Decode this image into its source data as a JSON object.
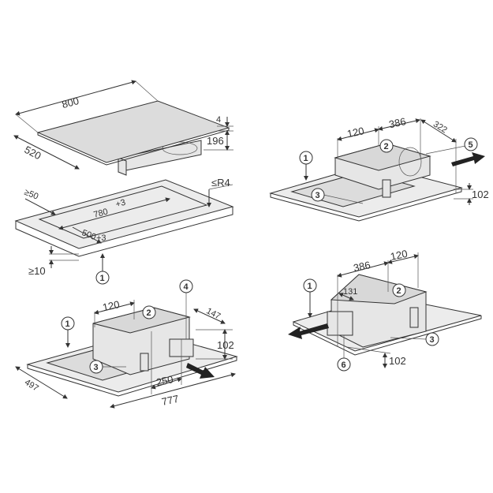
{
  "figures": {
    "cooktop": {
      "width": "800",
      "depth": "520",
      "glass_thickness": "4",
      "height_below": "196"
    },
    "cutout": {
      "min_edge": "≥50",
      "cutout_width": "780",
      "cutout_width_tol": "+3",
      "cutout_depth": "500",
      "cutout_depth_tol": "+3",
      "corner_radius": "≤R4",
      "min_thickness": "≥10",
      "callout_worktop": "1"
    },
    "rear_exhaust": {
      "dim_a": "120",
      "dim_b": "386",
      "dim_c": "322",
      "height": "102",
      "callouts": [
        "1",
        "2",
        "3",
        "5"
      ]
    },
    "front_exhaust": {
      "dim_a": "120",
      "dim_b": "147",
      "height": "102",
      "dim_c": "250",
      "width": "777",
      "depth": "497",
      "callouts": [
        "1",
        "2",
        "3",
        "4"
      ]
    },
    "side_exhaust": {
      "dim_a": "386",
      "dim_b": "120",
      "dim_c": "131",
      "height": "102",
      "callouts": [
        "1",
        "2",
        "3",
        "6"
      ]
    }
  }
}
